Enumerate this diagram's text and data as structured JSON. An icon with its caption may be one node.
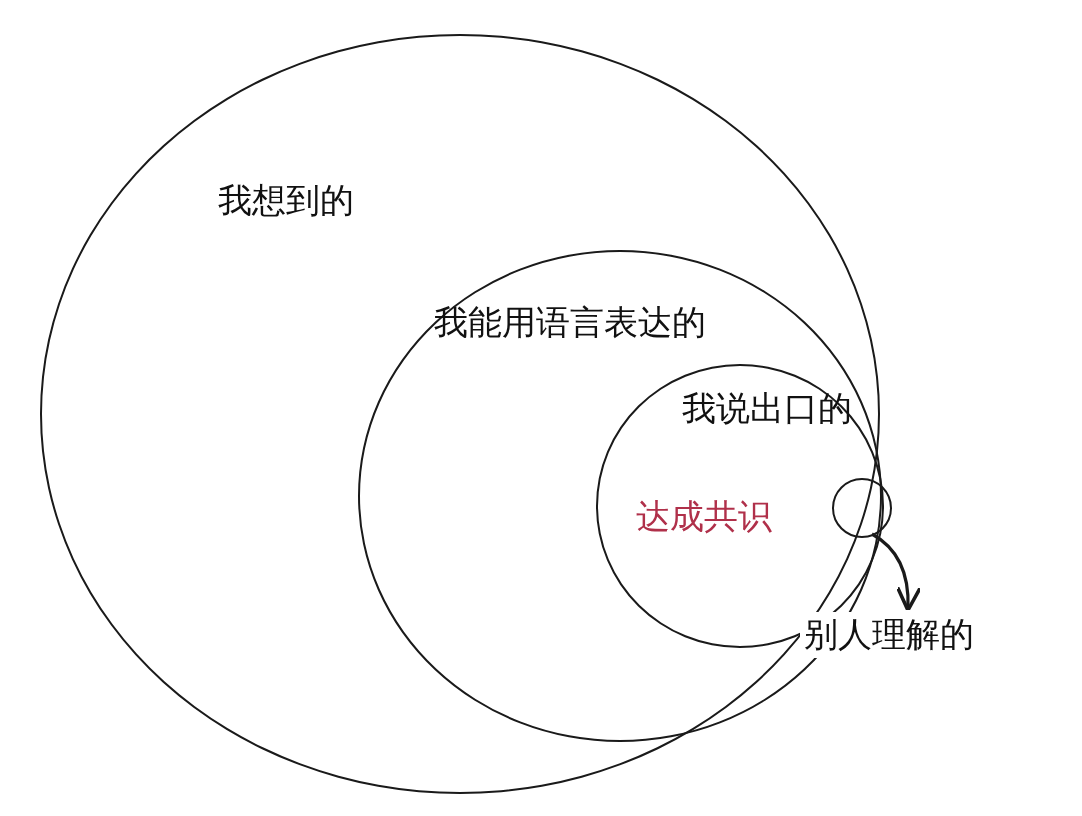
{
  "diagram": {
    "nodes": [
      {
        "text": [
          "我想到的"
        ]
      },
      {
        "text": [
          "我能用语言表达的"
        ],
        "in": 0
      },
      {
        "text": [
          "我说出口的"
        ],
        "in": 1
      },
      {
        "text": [],
        "shape": "circle"
      },
      {
        "text": [
          "别人理解的"
        ]
      }
    ],
    "edges": [
      {
        "from": 3,
        "to": 4,
        "arrow": "to"
      }
    ],
    "labels": [
      "达成共识"
    ]
  }
}
